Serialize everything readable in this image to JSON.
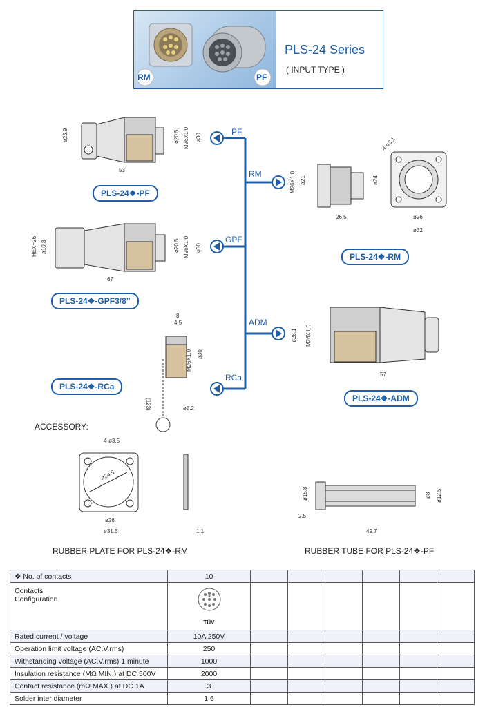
{
  "header": {
    "series_title": "PLS-24 Series",
    "series_subtitle": "( INPUT TYPE )",
    "badge_left": "RM",
    "badge_right": "PF"
  },
  "routes": {
    "pf": "PF",
    "rm": "RM",
    "gpf": "GPF",
    "adm": "ADM",
    "rca": "RCa"
  },
  "models": {
    "pf": "PLS-24❖-PF",
    "rm": "PLS-24❖-RM",
    "gpf": "PLS-24❖-GPF3/8”",
    "adm": "PLS-24❖-ADM",
    "rca": "PLS-24❖-RCa"
  },
  "dims": {
    "pf": [
      "ø25.9",
      "ø20.5",
      "M26X1.0",
      "ø30",
      "53"
    ],
    "rm": [
      "4-ø3.1",
      "M26X1.0",
      "ø21",
      "ø24",
      "26.5",
      "ø26",
      "ø32"
    ],
    "gpf": [
      "HEX=26",
      "ø10.8",
      "ø20.5",
      "M26X1.0",
      "ø30",
      "67"
    ],
    "adm": [
      "ø28.1",
      "M26X1.0",
      "57"
    ],
    "rca": [
      "8",
      "4.5",
      "M26X1.0",
      "ø30",
      "(123)",
      "ø5.2"
    ],
    "plate": [
      "4-ø3.5",
      "ø24.5",
      "ø26",
      "ø31.5",
      "1.1"
    ],
    "tube": [
      "ø15.8",
      "ø8",
      "ø12.5",
      "2.5",
      "49.7"
    ]
  },
  "accessory_label": "ACCESSORY:",
  "captions": {
    "rubber_plate": "RUBBER PLATE FOR PLS-24❖-RM",
    "rubber_tube": "RUBBER TUBE FOR PLS-24❖-PF"
  },
  "table": {
    "rows": [
      {
        "label": "❖ No. of contacts",
        "value": "10"
      },
      {
        "label": "Contacts Configuration",
        "value": "",
        "marks": "TÜV"
      },
      {
        "label": "Rated current / voltage",
        "value": "10A 250V"
      },
      {
        "label": "Operation limit voltage (AC.V.rms)",
        "value": "250"
      },
      {
        "label": "Withstanding voltage (AC.V.rms) 1 minute",
        "value": "1000"
      },
      {
        "label": "Insulation resistance (MΩ MIN.) at DC 500V",
        "value": "2000"
      },
      {
        "label": "Contact resistance (mΩ MAX.) at DC 1A",
        "value": "3"
      },
      {
        "label": "Solder inter diameter",
        "value": "1.6"
      }
    ],
    "config_line1": "Contacts",
    "config_line2": "Configuration"
  },
  "colors": {
    "accent": "#1f5fa8"
  }
}
